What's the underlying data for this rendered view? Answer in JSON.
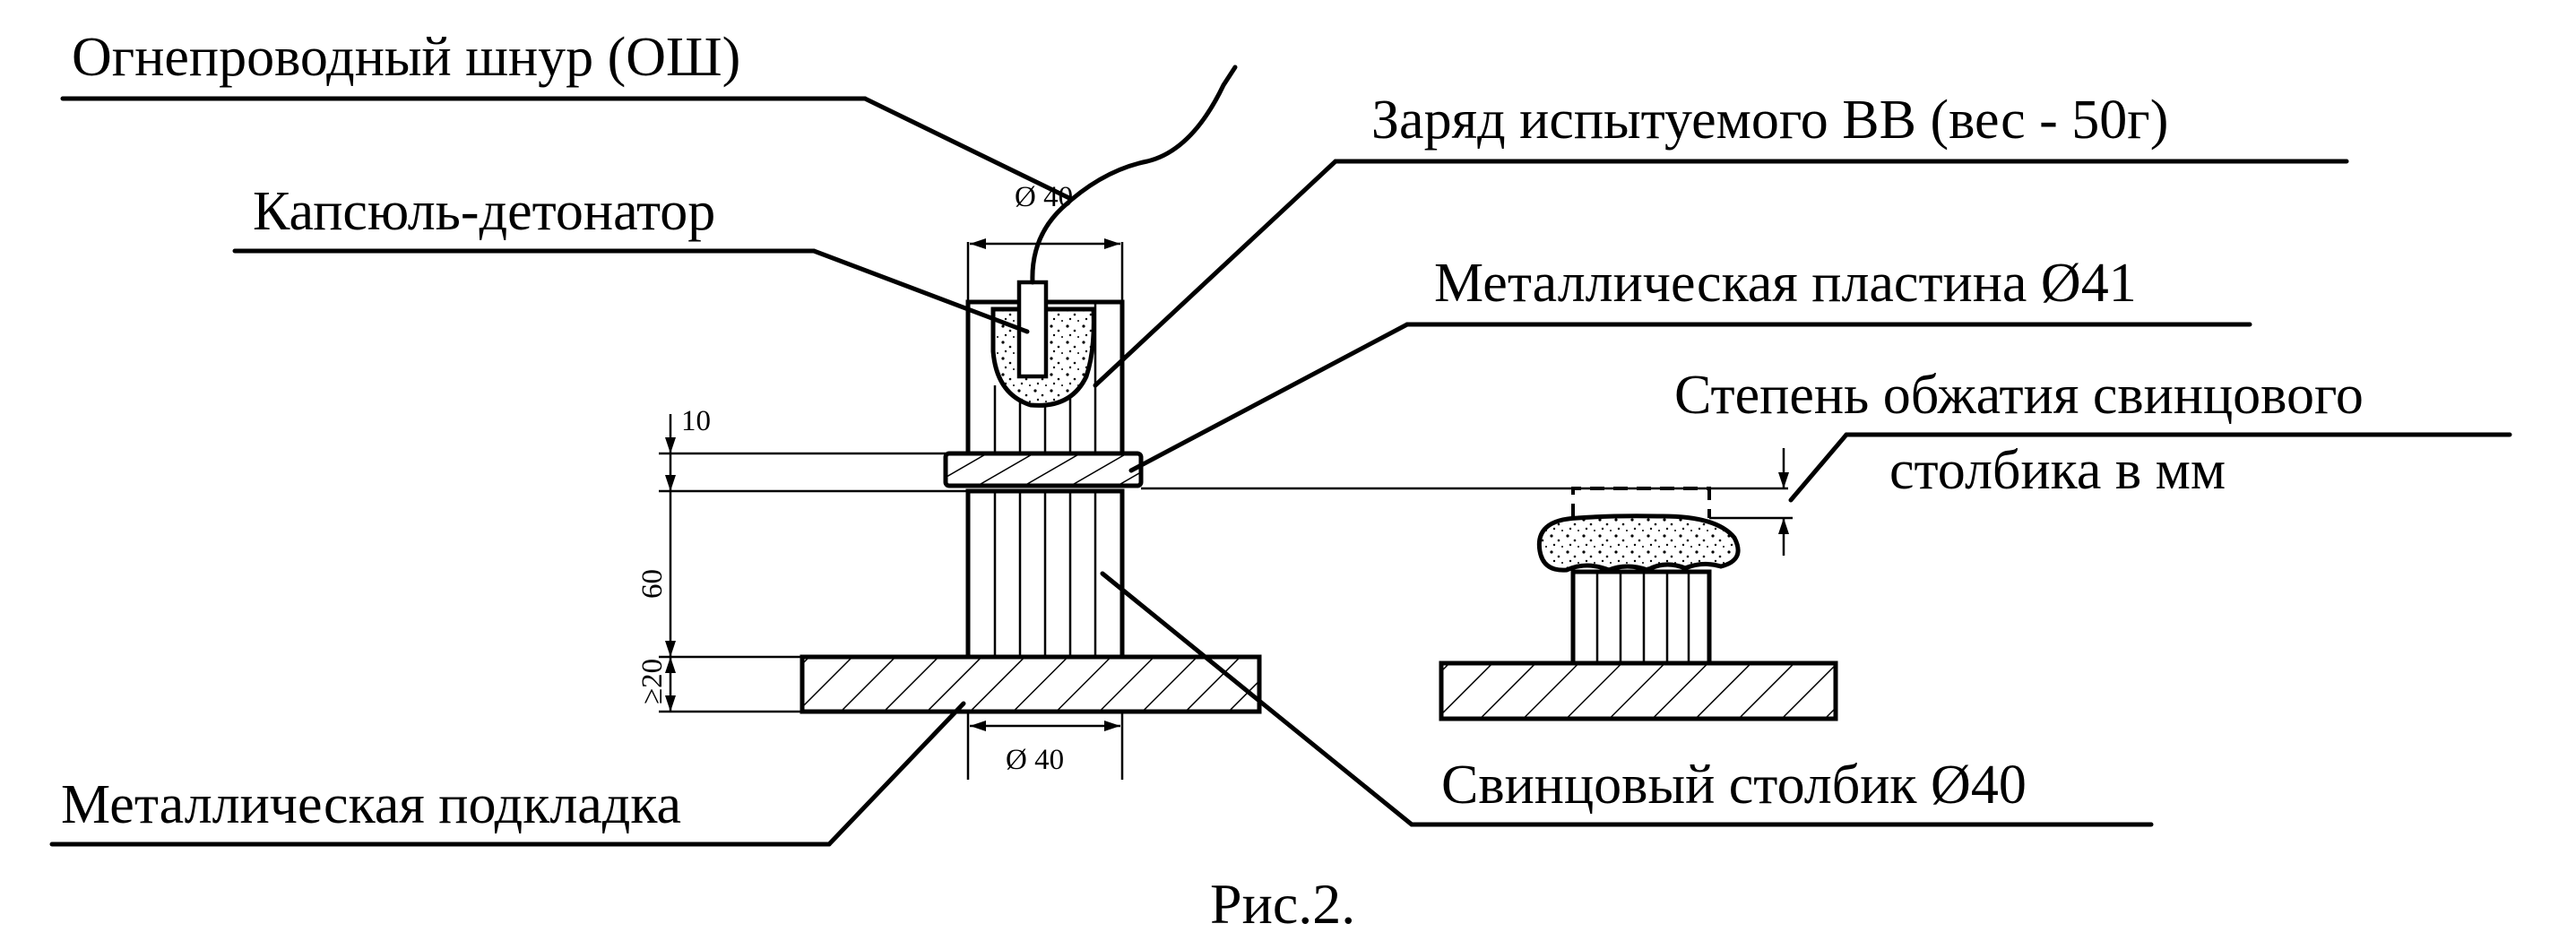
{
  "figure": {
    "caption": "Рис.2.",
    "labels": {
      "fuse_cord": "Огнепроводный шнур (ОШ)",
      "detonator": "Капсюль-детонатор",
      "charge": "Заряд испытуемого ВВ (вес - 50г)",
      "metal_plate": "Металлическая пластина Ø41",
      "compression_line1": "Степень обжатия свинцового",
      "compression_line2": "столбика в мм",
      "lead_column": "Свинцовый столбик Ø40",
      "metal_base": "Металлическая подкладка"
    },
    "dimensions": {
      "charge_diameter": "Ø 40",
      "plate_thickness": "10",
      "column_height": "60",
      "base_thickness": "≥20",
      "column_diameter": "Ø 40"
    }
  }
}
